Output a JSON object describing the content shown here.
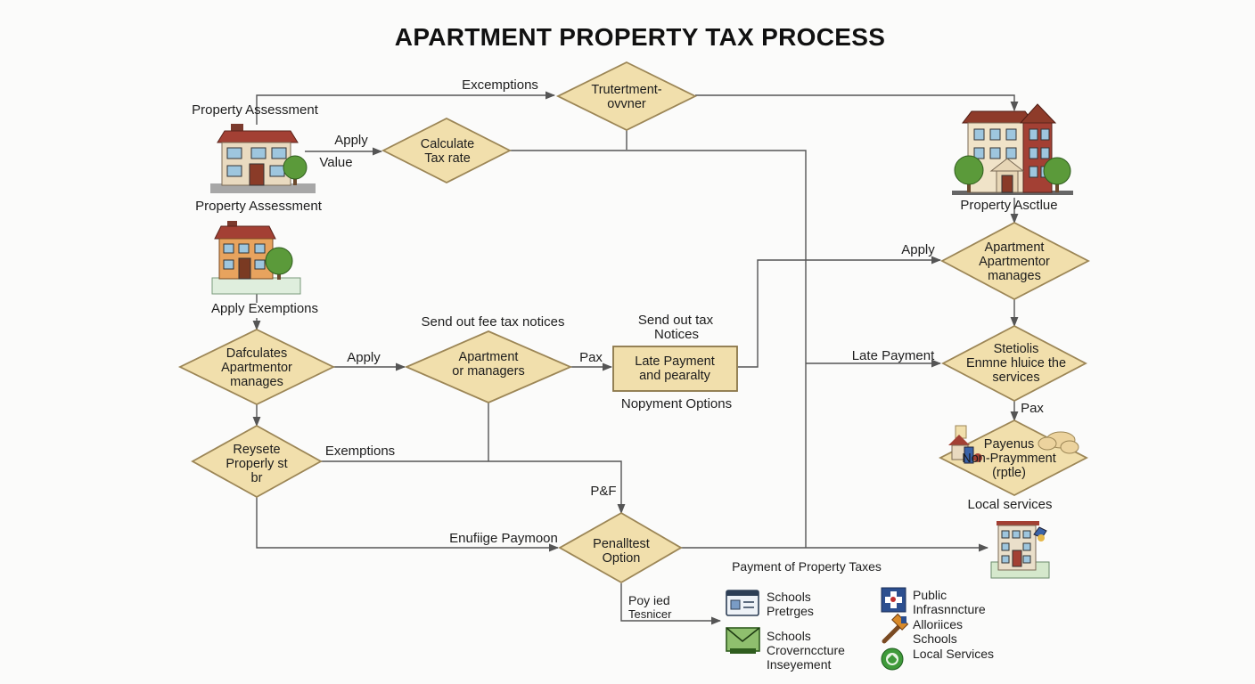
{
  "title": "APARTMENT PROPERTY TAX PROCESS",
  "labels": {
    "exemptions_top": "Excemptions",
    "property_assessment_1": "Property Assessment",
    "apply_1": "Apply",
    "value": "Value",
    "property_assessment_2": "Property Assessment",
    "apply_exemptions": "Apply Exemptions",
    "send_out_fee": "Send out fee tax notices",
    "send_out_tax": "Send out tax",
    "notices": "Notices",
    "apply_mid": "Apply",
    "pax_mid": "Pax",
    "nopyment_options": "Nopyment Options",
    "exemptions_low": "Exemptions",
    "pdf": "P&F",
    "enufige": "Enufiige Paymoon",
    "poy_ied": "Poy ied",
    "tesnicer": "Tesnicer",
    "property_asctlue": "Property Asctlue",
    "apply_right": "Apply",
    "late_payment": "Late Payment",
    "pax_right": "Pax",
    "local_services": "Local services",
    "payment_of_property_taxes": "Payment of Property Taxes"
  },
  "decisions": {
    "top": [
      "Trutertment-",
      "ovvner"
    ],
    "calculate": [
      "Calculate",
      "Tax rate"
    ],
    "dafculates": [
      "Dafculates",
      "Apartmentor",
      "manages"
    ],
    "apartment_managers": [
      "Apartment",
      "or managers"
    ],
    "reysete": [
      "Reysete",
      "Properly st",
      "br"
    ],
    "penaltest": [
      "Penalltest",
      "Option"
    ],
    "apt_right": [
      "Apartment",
      "Apartmentor",
      "manages"
    ],
    "stetiolis": [
      "Stetiolis",
      "Enmne hluice the",
      "services"
    ],
    "payenus": [
      "Payenus",
      "Non-Praymment",
      "(rptle)"
    ]
  },
  "process_box": [
    "Late Payment",
    "and pearalty"
  ],
  "legend": {
    "left": [
      {
        "icon": "id-card-icon",
        "lines": [
          "Schools",
          "Pretrges"
        ]
      },
      {
        "icon": "envelope-check-icon",
        "lines": [
          "Schools",
          "Crovernccture",
          "Inseyement"
        ]
      }
    ],
    "right": [
      {
        "icon": "medical-cross-icon",
        "lines": [
          "Public",
          "Infrasnncture"
        ]
      },
      {
        "icon": "hammer-icon",
        "lines": [
          "Alloriices",
          "Schools"
        ]
      },
      {
        "icon": "recycle-icon",
        "lines": [
          "Local Services"
        ]
      }
    ]
  },
  "colors": {
    "diamond_fill": "#f1dfac",
    "diamond_stroke": "#9c8656",
    "line": "#555555",
    "brick": "#a34034",
    "roof": "#8e3b2a",
    "tree": "#5b9a3a"
  }
}
